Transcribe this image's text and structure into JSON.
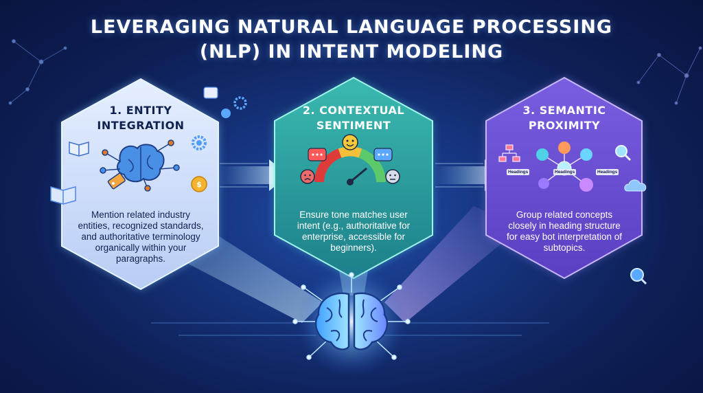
{
  "title": {
    "line1": "LEVERAGING NATURAL LANGUAGE PROCESSING",
    "line2": "(NLP) IN INTENT MODELING"
  },
  "cards": [
    {
      "title_line1": "1. ENTITY",
      "title_line2": "INTEGRATION",
      "body": [
        "Mention related industry",
        "entities, recognized standards,",
        "and authoritative terminology",
        "organically within your",
        "paragraphs."
      ],
      "icon": "brain-network-icon"
    },
    {
      "title_line1": "2. CONTEXTUAL",
      "title_line2": "SENTIMENT",
      "body": [
        "Ensure tone matches user",
        "intent (e.g., authoritative for",
        "enterprise, accessible for",
        "beginners)."
      ],
      "icon": "sentiment-gauge-icon"
    },
    {
      "title_line1": "3. SEMANTIC",
      "title_line2": "PROXIMITY",
      "body": [
        "Group related concepts",
        "closely in heading structure",
        "for easy bot interpretation of",
        "subtopics."
      ],
      "icon": "semantic-network-icon",
      "node_labels": [
        "Headings",
        "Headings",
        "Headings"
      ]
    }
  ],
  "colors": {
    "card1": "#cfe0fb",
    "card2": "#2fa7a0",
    "card3": "#6d52d6",
    "accent": "#7fd8ff"
  }
}
